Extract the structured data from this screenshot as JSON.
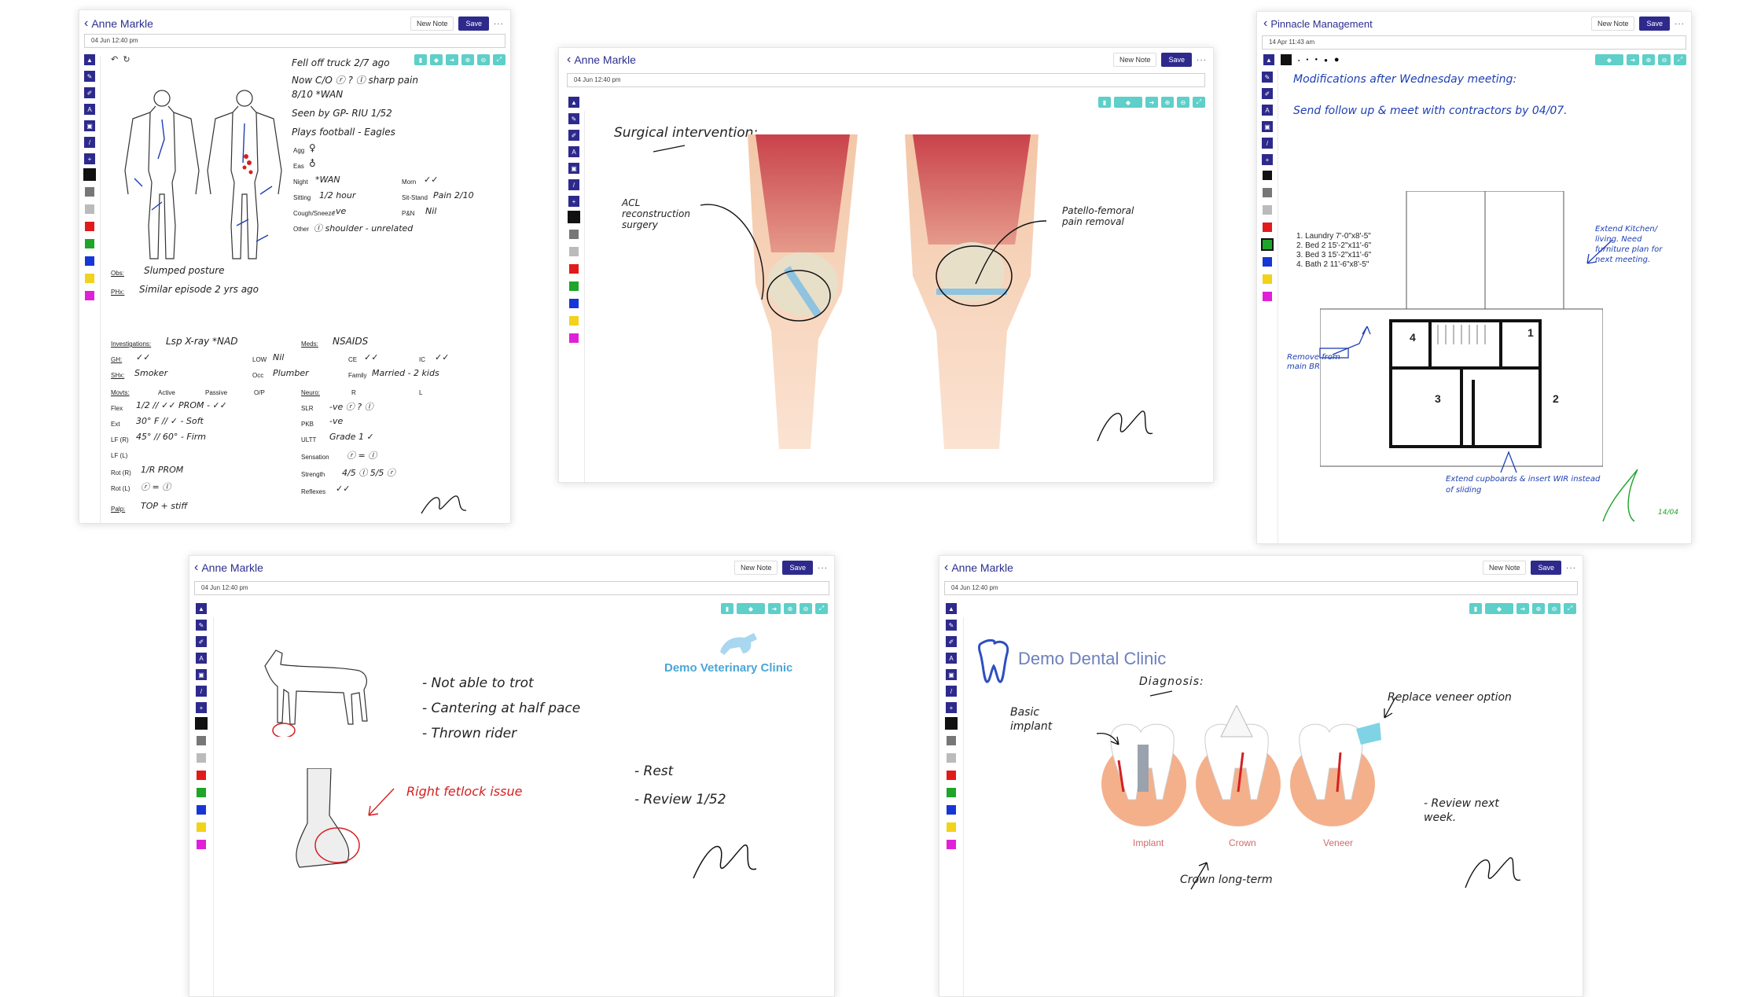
{
  "common": {
    "new_note": "New Note",
    "save": "Save",
    "more": "···"
  },
  "panel1": {
    "name": "Anne Markle",
    "date": "04 Jun 12:40 pm",
    "notes": [
      "Fell off truck 2/7 ago",
      "Now C/O ⓡ ? ⓛ sharp pain",
      "8/10  *WAN",
      "Seen by GP- RIU 1/52",
      "Plays football - Eagles"
    ],
    "fields": [
      {
        "label": "Agg",
        "value": "♀"
      },
      {
        "label": "Eas",
        "value": "♁"
      },
      {
        "label": "Night",
        "value": "*WAN"
      },
      {
        "label": "Morn",
        "value": "✓✓"
      },
      {
        "label": "Sitting",
        "value": "1/2 hour"
      },
      {
        "label": "Sit-Stand",
        "value": "Pain 2/10"
      },
      {
        "label": "Cough/Sneeze",
        "value": "-ve"
      },
      {
        "label": "P&N",
        "value": "Nil"
      },
      {
        "label": "Other",
        "value": "ⓛ shoulder - unrelated"
      }
    ],
    "obs_label": "Obs:",
    "obs": "Slumped posture",
    "phx_label": "PHx:",
    "phx": "Similar episode   2 yrs ago",
    "inv_label": "Investigations:",
    "inv": "Lsp X-ray *NAD",
    "meds_label": "Meds:",
    "meds": "NSAIDS",
    "gh_label": "GH:",
    "gh": "✓✓",
    "low_label": "LOW",
    "low": "Nil",
    "ce_label": "CE",
    "ce": "✓✓",
    "ic_label": "IC",
    "ic": "✓✓",
    "sh_label": "SHx:",
    "sh": "Smoker",
    "occ_label": "Occ",
    "occ": "Plumber",
    "family_label": "Family",
    "family": "Married - 2 kids",
    "movts_label": "Movts:",
    "active": "Active",
    "passive": "Passive",
    "op": "O/P",
    "neuro_label": "Neuro:",
    "r": "R",
    "l": "L",
    "rows": [
      {
        "label": "Flex",
        "value": "1/2 //  ✓✓  PROM  - ✓✓"
      },
      {
        "label": "Ext",
        "value": "30° F  // ✓     - Soft"
      },
      {
        "label": "LF (R)",
        "value": "45°   //  60°    - Firm"
      },
      {
        "label": "LF (L)",
        "value": ""
      },
      {
        "label": "Rot (R)",
        "value": "1/R  PROM"
      },
      {
        "label": "Rot (L)",
        "value": "ⓡ = ⓛ"
      }
    ],
    "neuro": [
      {
        "label": "SLR",
        "value": "-ve ⓡ ? ⓛ"
      },
      {
        "label": "PKB",
        "value": "-ve"
      },
      {
        "label": "ULTT",
        "value": "Grade 1 ✓"
      },
      {
        "label": "Sensation",
        "value": "ⓡ = ⓛ"
      },
      {
        "label": "Strength",
        "value": "4/5 ⓛ   5/5 ⓡ"
      },
      {
        "label": "Reflexes",
        "value": "✓✓"
      }
    ],
    "palp_label": "Palp:",
    "palp": "TOP + stiff"
  },
  "panel2": {
    "name": "Anne Markle",
    "date": "04 Jun 12:40 pm",
    "title": "Surgical intervention:",
    "left_note": "ACL reconstruction surgery",
    "right_note": "Patello-femoral pain removal"
  },
  "panel3": {
    "name": "Pinnacle Management",
    "date": "14 Apr 11:43 am",
    "line1": "Modifications after Wednesday meeting:",
    "line2": "Send follow up & meet with contractors by 04/07.",
    "rooms": [
      "1. Laundry   7'-0\"x8'-5\"",
      "2. Bed 2      15'-2\"x11'-6\"",
      "3. Bed 3      15'-2\"x11'-6\"",
      "4. Bath 2     11'-6\"x8'-5\""
    ],
    "room_nums": [
      "1",
      "2",
      "3",
      "4"
    ],
    "note_right": "Extend Kitchen/ living. Need furniture plan for next meeting.",
    "note_left": "Remove from main BR",
    "note_bottom": "Extend cupboards & insert WIR instead of sliding",
    "sig_date": "14/04"
  },
  "panel4": {
    "name": "Anne Markle",
    "date": "04 Jun 12:40 pm",
    "clinic": "Demo Veterinary Clinic",
    "notes": [
      "- Not able to trot",
      "- Cantering at half pace",
      "- Thrown rider"
    ],
    "red_note": "Right fetlock issue",
    "notes2": [
      "- Rest",
      "- Review 1/52"
    ]
  },
  "panel5": {
    "name": "Anne Markle",
    "date": "04 Jun 12:40 pm",
    "clinic": "Demo Dental Clinic",
    "diagnosis": "Diagnosis:",
    "basic": "Basic implant",
    "replace": "Replace veneer option",
    "teeth": [
      "Implant",
      "Crown",
      "Veneer"
    ],
    "review": "- Review next week.",
    "crown": "Crown long-term"
  },
  "colors": {
    "accent": "#2e2a8c",
    "teal": "#5ecfc9",
    "red": "#d42020",
    "blue": "#1e3fb3",
    "green": "#1ea52a",
    "yellow": "#f2d21a",
    "magenta": "#e020d8"
  }
}
